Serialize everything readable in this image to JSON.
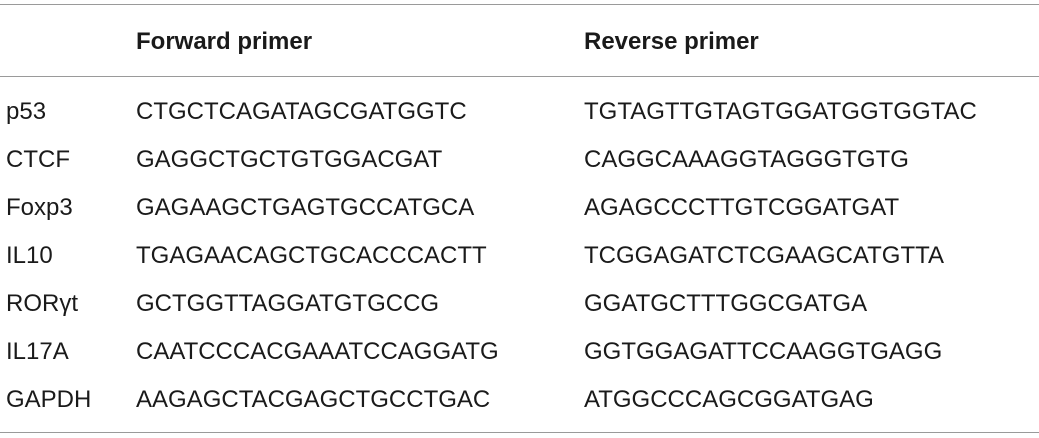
{
  "table": {
    "headers": [
      "",
      "Forward primer",
      "Reverse primer"
    ],
    "rows": [
      [
        "p53",
        "CTGCTCAGATAGCGATGGTC",
        "TGTAGTTGTAGTGGATGGTGGTAC"
      ],
      [
        "CTCF",
        "GAGGCTGCTGTGGACGAT",
        "CAGGCAAAGGTAGGGTGTG"
      ],
      [
        "Foxp3",
        "GAGAAGCTGAGTGCCATGCA",
        "AGAGCCCTTGTCGGATGAT"
      ],
      [
        "IL10",
        "TGAGAACAGCTGCACCCACTT",
        "TCGGAGATCTCGAAGCATGTTA"
      ],
      [
        "RORγt",
        "GCTGGTTAGGATGTGCCG",
        "GGATGCTTTGGCGATGA"
      ],
      [
        "IL17A",
        "CAATCCCACGAAATCCAGGATG",
        "GGTGGAGATTCCAAGGTGAGG"
      ],
      [
        "GAPDH",
        "AAGAGCTACGAGCTGCCTGAC",
        "ATGGCCCAGCGGATGAG"
      ]
    ]
  }
}
